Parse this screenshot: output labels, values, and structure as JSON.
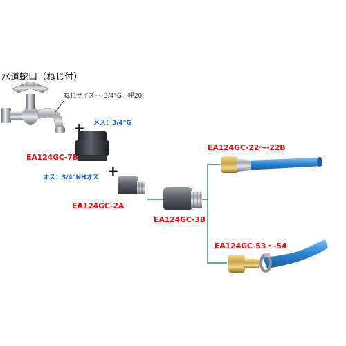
{
  "labels": {
    "faucet_title": "水道蛇口（ねじ付）",
    "thread_note": "ねじサイズ･･･3/4\"G・呼20",
    "female_thread": "メス：3/4\"G",
    "male_thread": "オス：3/4\"NHオス",
    "part_7b": "EA124GC-7B",
    "part_2a": "EA124GC-2A",
    "part_3b": "EA124GC-3B",
    "part_22": "EA124GC-22～-22B",
    "part_53": "EA124GC-53・-54",
    "plus_1": "+",
    "plus_2": "+"
  },
  "colors": {
    "part_label": "#e01010",
    "thread_label": "#1a5fd0",
    "connector_line": "#2e8b57",
    "hose": "#2f86d6",
    "brass": "#c9a24a",
    "chrome": "#b8bcc2",
    "black_fitting": "#3a3d42"
  }
}
